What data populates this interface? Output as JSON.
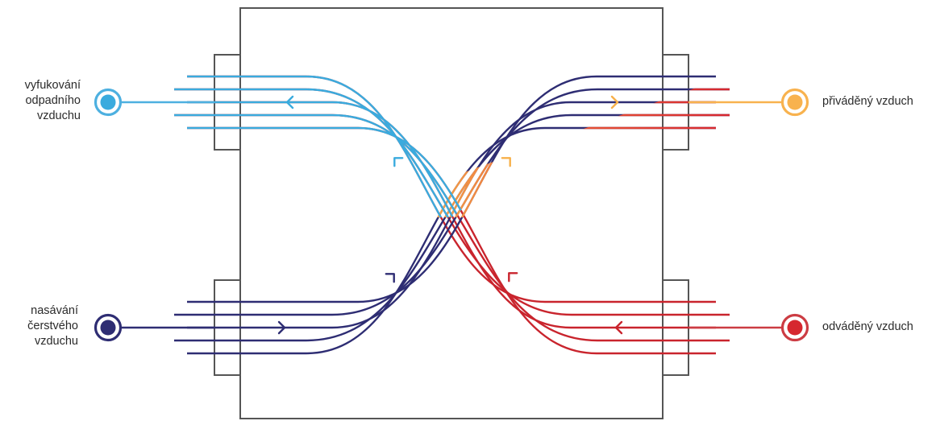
{
  "labels": {
    "exhaust": [
      "vyfukování",
      "odpadního",
      "vzduchu"
    ],
    "fresh_intake": [
      "nasávání",
      "čerstvého",
      "vzduchu"
    ],
    "supply": "přiváděný vzduch",
    "extract": "odváděný vzduch"
  },
  "colors": {
    "frame": "#555555",
    "exhaust_blue": "#3aabde",
    "fresh_navy": "#2e2d73",
    "supply_orange": "#f7b04a",
    "supply_red": "#d6272f",
    "extract_red": "#c9242d",
    "extract_ring": "#cc3c43",
    "exhaust_ring": "#4db0e0",
    "supply_ring": "#f8b24e",
    "fresh_ring": "#2e2d73"
  },
  "icons": {
    "exhaust_port": "port-circle-icon",
    "fresh_port": "port-circle-icon",
    "supply_port": "port-circle-icon",
    "extract_port": "port-circle-icon",
    "flow_arrow": "chevron-arrow-icon"
  }
}
